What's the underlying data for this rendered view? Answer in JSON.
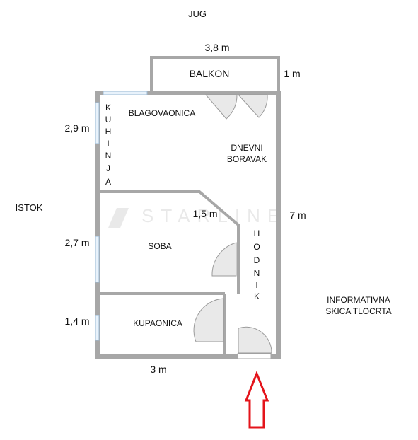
{
  "compass": {
    "south": "JUG",
    "east": "ISTOK"
  },
  "dimensions": {
    "balcony_width": "3,8 m",
    "balcony_depth": "1 m",
    "kitchen_height": "2,9 m",
    "room_height": "2,7 m",
    "bath_height": "1,4 m",
    "bottom_width": "3 m",
    "total_length": "7 m",
    "hall_width": "1,5 m"
  },
  "rooms": {
    "balcony": "BALKON",
    "dining": "BLAGOVAONICA",
    "living_line1": "DNEVNI",
    "living_line2": "BORAVAK",
    "kitchen_letters": [
      "K",
      "U",
      "H",
      "I",
      "N",
      "J",
      "A"
    ],
    "bedroom": "SOBA",
    "hall_letters": [
      "H",
      "O",
      "D",
      "N",
      "I",
      "K"
    ],
    "bathroom": "KUPAONICA"
  },
  "note": {
    "line1": "INFORMATIVNA",
    "line2": "SKICA TLOCRTA"
  },
  "watermark": "STARLINE",
  "colors": {
    "wall": "#a7a7a7",
    "arrow": "#e4141b",
    "window": "#cde3f5",
    "door_swing": "#e8e8e8"
  }
}
